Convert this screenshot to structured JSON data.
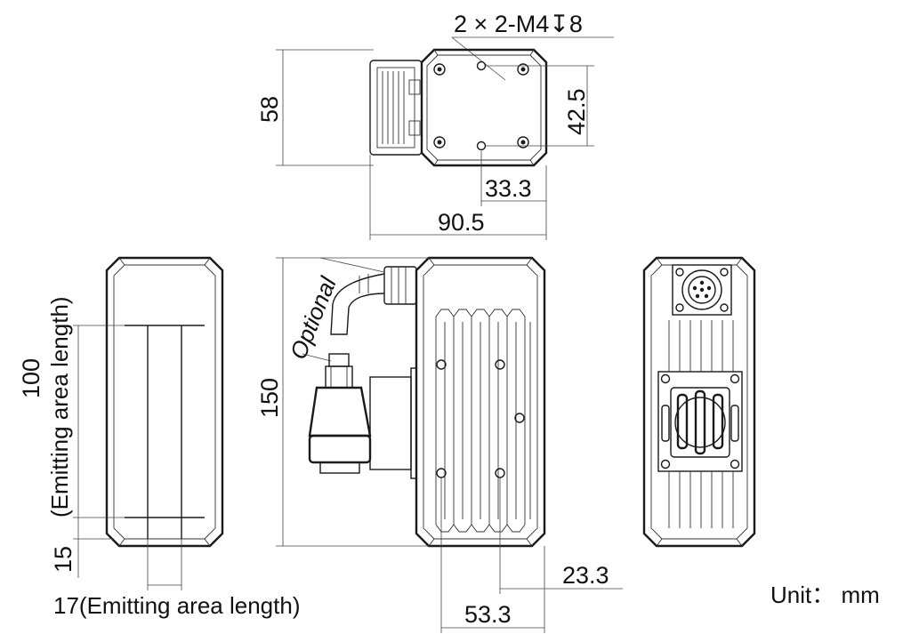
{
  "hole_callout": "2 × 2-M4↧8",
  "top_view": {
    "height": "58",
    "hole_spacing": "42.5",
    "hole_offset": "33.3",
    "depth": "90.5"
  },
  "left_view": {
    "emitting_length_value": "100",
    "emitting_length_label": "(Emitting area length)",
    "bottom_offset": "15",
    "emitting_width": "17(Emitting area length)"
  },
  "side_view": {
    "height": "150",
    "optional_label": "Optional",
    "dim_23_3": "23.3",
    "dim_53_3": "53.3"
  },
  "unit_label": "Unit： mm"
}
